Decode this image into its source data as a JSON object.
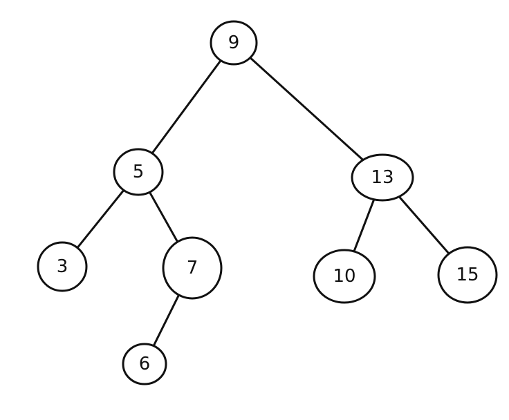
{
  "tree": {
    "nodes": [
      {
        "id": "n9",
        "label": "9"
      },
      {
        "id": "n5",
        "label": "5"
      },
      {
        "id": "n13",
        "label": "13"
      },
      {
        "id": "n3",
        "label": "3"
      },
      {
        "id": "n7",
        "label": "7"
      },
      {
        "id": "n10",
        "label": "10"
      },
      {
        "id": "n15",
        "label": "15"
      },
      {
        "id": "n6",
        "label": "6"
      }
    ],
    "edges": [
      {
        "from": "n9",
        "to": "n5"
      },
      {
        "from": "n9",
        "to": "n13"
      },
      {
        "from": "n5",
        "to": "n3"
      },
      {
        "from": "n5",
        "to": "n7"
      },
      {
        "from": "n7",
        "to": "n6"
      },
      {
        "from": "n13",
        "to": "n10"
      },
      {
        "from": "n13",
        "to": "n15"
      }
    ]
  }
}
